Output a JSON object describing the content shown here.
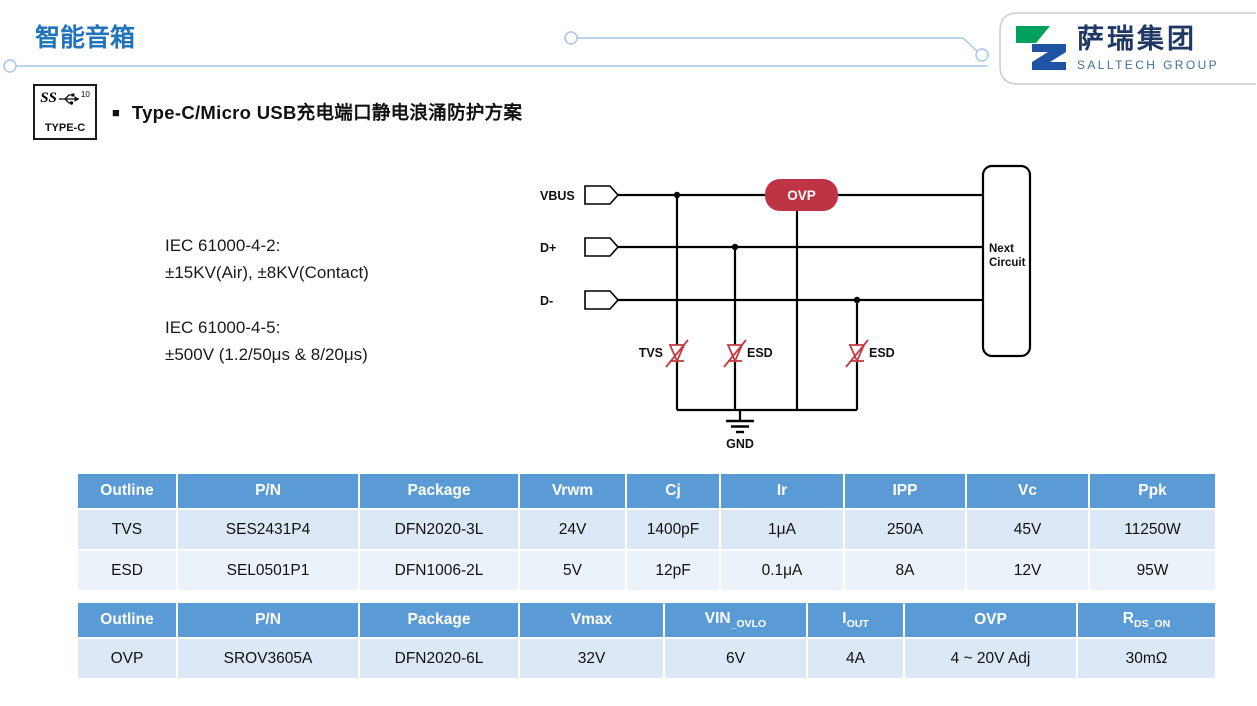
{
  "page": {
    "title": "智能音箱",
    "bullet": "■",
    "section_title": "Type-C/Micro USB充电端口静电浪涌防护方案"
  },
  "logo": {
    "cn": "萨瑞集团",
    "en": "SALLTECH GROUP"
  },
  "badge": {
    "ss": "SS",
    "sup": "10",
    "label": "TYPE-C"
  },
  "specs": {
    "l1": "IEC 61000-4-2:",
    "l2": "±15KV(Air), ±8KV(Contact)",
    "l3": "IEC 61000-4-5:",
    "l4": "±500V  (1.2/50μs & 8/20μs)"
  },
  "circuit": {
    "vbus": "VBUS",
    "dplus": "D+",
    "dminus": "D-",
    "ovp": "OVP",
    "next_line1": "Next",
    "next_line2": "Circuit",
    "tvs": "TVS",
    "esd1": "ESD",
    "esd2": "ESD",
    "gnd": "GND"
  },
  "tables": {
    "t1": {
      "headers": [
        "Outline",
        "P/N",
        "Package",
        "Vrwm",
        "Cj",
        "Ir",
        "IPP",
        "Vc",
        "Ppk"
      ],
      "rows": [
        [
          "TVS",
          "SES2431P4",
          "DFN2020-3L",
          "24V",
          "1400pF",
          "1μA",
          "250A",
          "45V",
          "11250W"
        ],
        [
          "ESD",
          "SEL0501P1",
          "DFN1006-2L",
          "5V",
          "12pF",
          "0.1μA",
          "8A",
          "12V",
          "95W"
        ]
      ]
    },
    "t2": {
      "headers": [
        "Outline",
        "P/N",
        "Package",
        "Vmax",
        {
          "base": "VIN",
          "sub": "_OVLO"
        },
        {
          "base": "I",
          "sub": "OUT"
        },
        "OVP",
        {
          "base": "R",
          "sub": "DS_ON"
        }
      ],
      "rows": [
        [
          "OVP",
          "SROV3605A",
          "DFN2020-6L",
          "32V",
          "6V",
          "4A",
          "4 ~ 20V Adj",
          "30mΩ"
        ]
      ]
    }
  },
  "colors": {
    "accent_blue": "#2173BC",
    "table_header_blue": "#5B9BD5",
    "row_dark": "#DCE8F5",
    "row_light": "#ECF2F9",
    "ovp_red": "#BE3444",
    "diode_red": "#C23B42",
    "logo_green": "#00A15E",
    "logo_blue": "#2053A4"
  }
}
